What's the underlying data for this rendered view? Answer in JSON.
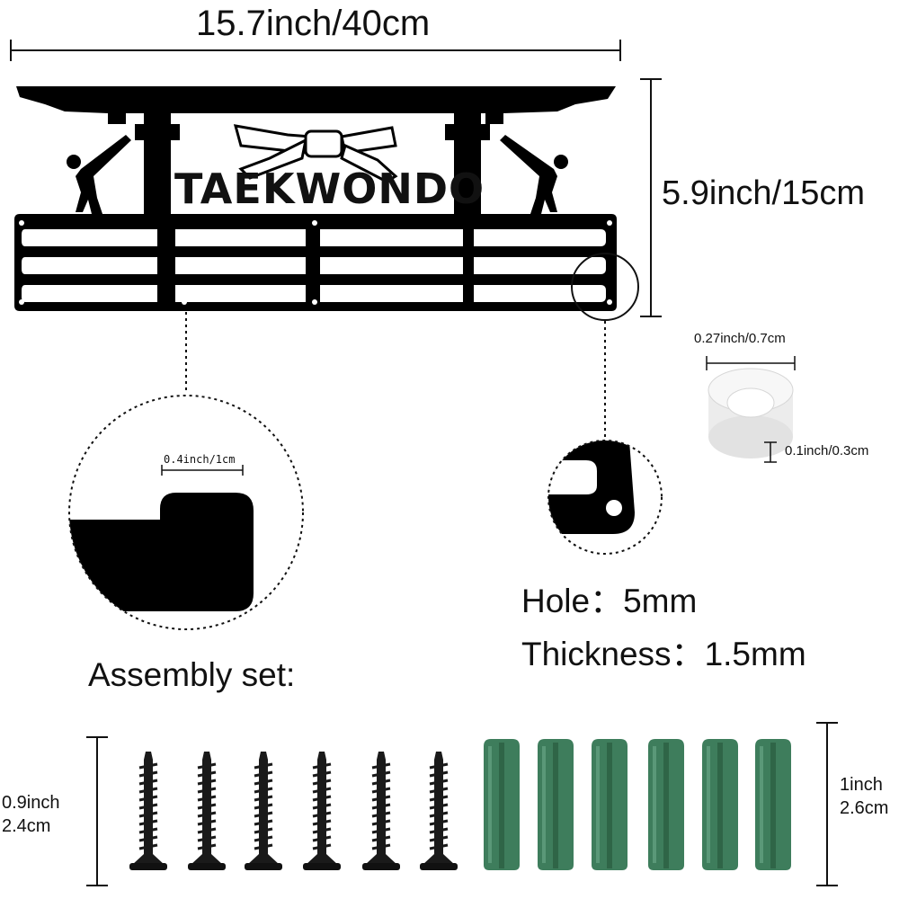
{
  "dimensions": {
    "width_label": "15.7inch/40cm",
    "height_label": "5.9inch/15cm",
    "spacer_diameter_label": "0.27inch/0.7cm",
    "spacer_thickness_label": "0.1inch/0.3cm",
    "slot_width_label": "0.4inch/1cm"
  },
  "hanger": {
    "text": "TAEKWONDO"
  },
  "specs": {
    "hole_label": "Hole：",
    "hole_value": "5mm",
    "thickness_label": "Thickness：",
    "thickness_value": "1.5mm"
  },
  "assembly": {
    "title": "Assembly set:",
    "screw_length_line1": "0.9inch",
    "screw_length_line2": "2.4cm",
    "anchor_length_line1": "1inch",
    "anchor_length_line2": "2.6cm",
    "screw_count": 6,
    "anchor_count": 6
  },
  "colors": {
    "metal": "#000000",
    "anchor": "#3e7d5c",
    "spacer": "#f2f2f2"
  }
}
